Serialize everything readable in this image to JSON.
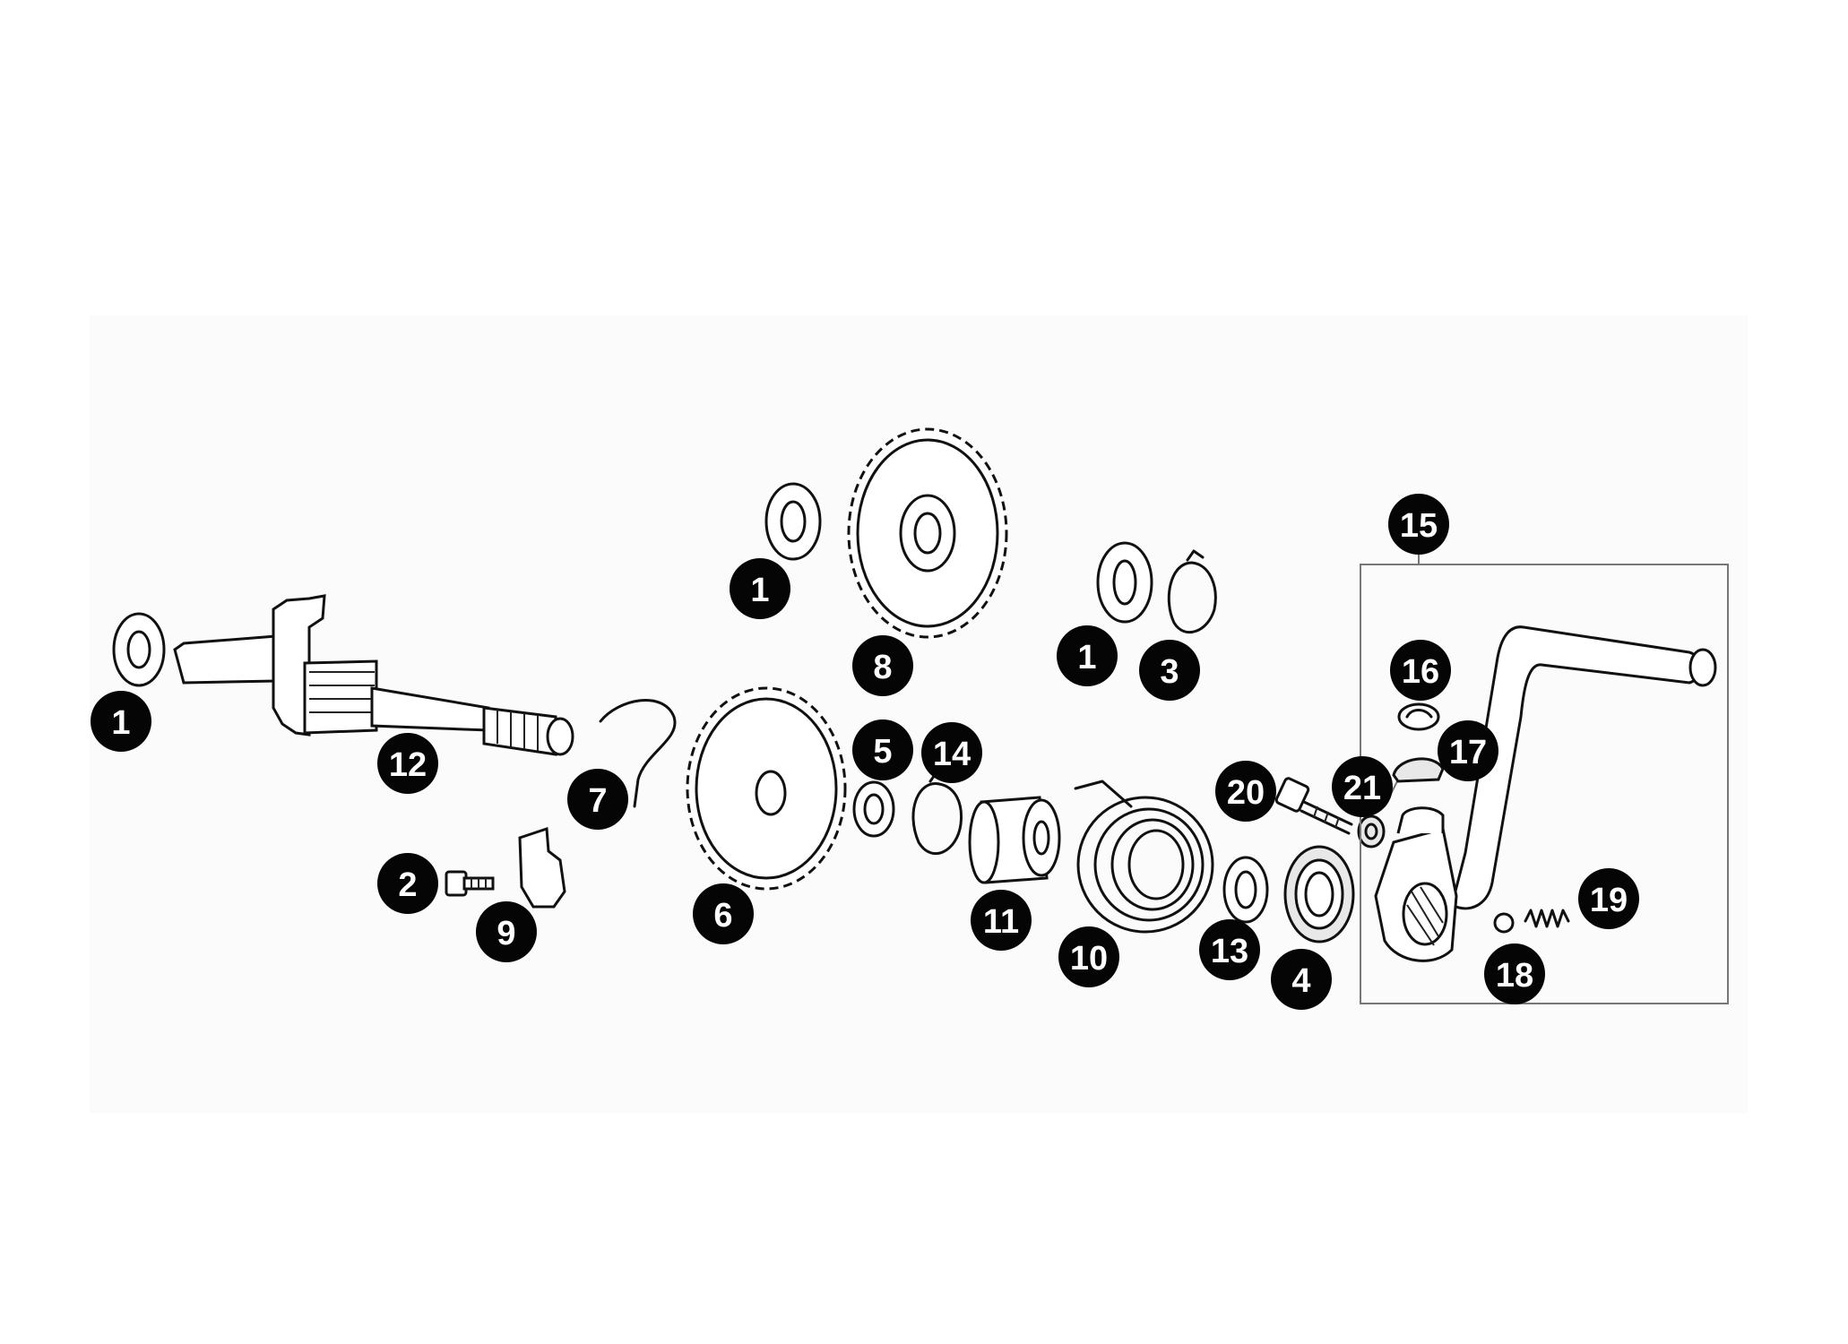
{
  "callouts": [
    {
      "id": "c1a",
      "label": "1"
    },
    {
      "id": "c12",
      "label": "12"
    },
    {
      "id": "c2",
      "label": "2"
    },
    {
      "id": "c9",
      "label": "9"
    },
    {
      "id": "c7",
      "label": "7"
    },
    {
      "id": "c1b",
      "label": "1"
    },
    {
      "id": "c8",
      "label": "8"
    },
    {
      "id": "c6",
      "label": "6"
    },
    {
      "id": "c5",
      "label": "5"
    },
    {
      "id": "c14",
      "label": "14"
    },
    {
      "id": "c1c",
      "label": "1"
    },
    {
      "id": "c3",
      "label": "3"
    },
    {
      "id": "c11",
      "label": "11"
    },
    {
      "id": "c10",
      "label": "10"
    },
    {
      "id": "c13",
      "label": "13"
    },
    {
      "id": "c4",
      "label": "4"
    },
    {
      "id": "c20",
      "label": "20"
    },
    {
      "id": "c21",
      "label": "21"
    },
    {
      "id": "c15",
      "label": "15"
    },
    {
      "id": "c16",
      "label": "16"
    },
    {
      "id": "c17",
      "label": "17"
    },
    {
      "id": "c18",
      "label": "18"
    },
    {
      "id": "c19",
      "label": "19"
    }
  ]
}
